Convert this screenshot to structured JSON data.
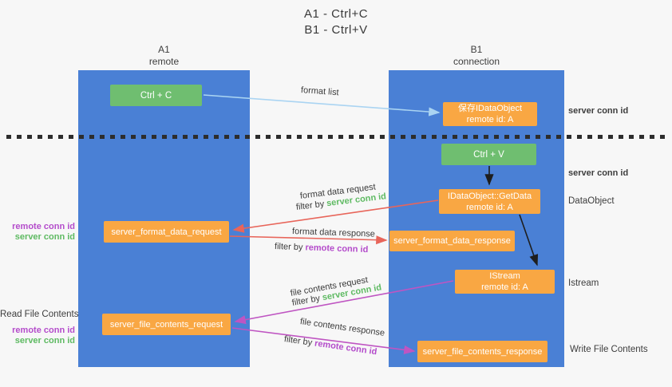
{
  "title": {
    "line1": "A1 - Ctrl+C",
    "line2": "B1 - Ctrl+V"
  },
  "columns": {
    "left": {
      "header_line1": "A1",
      "header_line2": "remote"
    },
    "right": {
      "header_line1": "B1",
      "header_line2": "connection"
    }
  },
  "nodes": {
    "ctrl_c": "Ctrl + C",
    "ctrl_v": "Ctrl + V",
    "save_idataobject": {
      "line1": "保存IDataObject",
      "line2": "remote id: A"
    },
    "getdata": {
      "line1": "IDataObject::GetData",
      "line2": "remote id: A"
    },
    "istream": {
      "line1": "IStream",
      "line2": "remote id: A"
    },
    "server_format_data_request": "server_format_data_request",
    "server_format_data_response": "server_format_data_response",
    "server_file_contents_request": "server_file_contents_request",
    "server_file_contents_response": "server_file_contents_response"
  },
  "flow_labels": {
    "format_list": "format list",
    "format_data_request": "format data request",
    "format_data_response": "format data response",
    "file_contents_request": "file contents request",
    "file_contents_response": "file contents response",
    "filter_by": "filter by ",
    "server_conn_id": "server conn id",
    "remote_conn_id": "remote conn id"
  },
  "side_labels": {
    "left": {
      "remote_conn_id": "remote conn id",
      "server_conn_id": "server conn id",
      "read_file_contents": "Read File Contents"
    },
    "right": {
      "server_conn_id_top": "server conn id",
      "server_conn_id_mid": "server conn id",
      "dataobject": "DataObject",
      "istream": "Istream",
      "write_file_contents": "Write File Contents"
    }
  },
  "colors": {
    "column_blue": "#4a80d5",
    "node_green": "#6fbe70",
    "node_orange": "#f9a743",
    "arrow_red": "#e8655a",
    "arrow_magenta": "#bf55c2",
    "arrow_lightblue": "#aad4f2",
    "arrow_black": "#1e1e1e",
    "text_green": "#5eba62",
    "text_purple": "#b44ccb"
  }
}
